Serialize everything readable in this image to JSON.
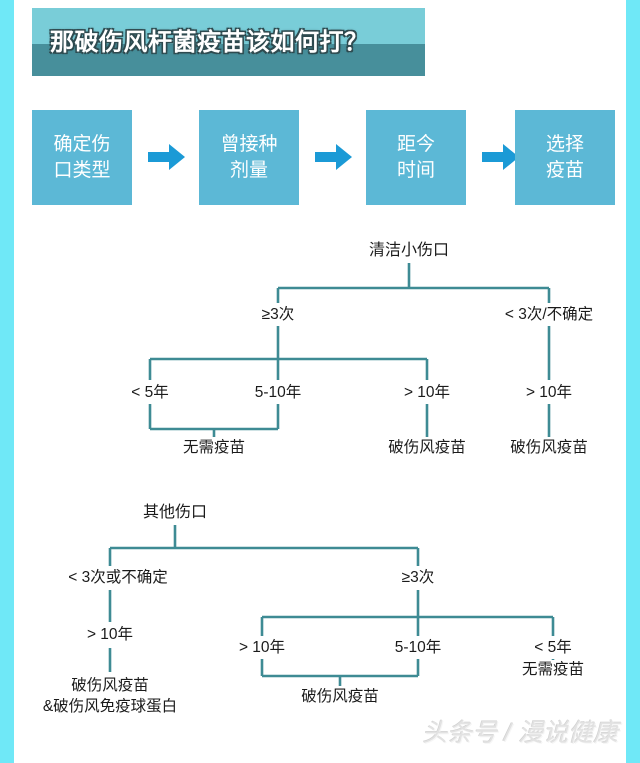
{
  "header": {
    "title": "那破伤风杆菌疫苗该如何打？",
    "band_top_color": "#79cdd8",
    "band_bottom_color": "#478f9b"
  },
  "theme": {
    "rail_color": "#6fe8f7",
    "box_color": "#5cb8d6",
    "arrow_color": "#1b9ad6",
    "wire_color": "#3e8b94",
    "text_color": "#1b1b1b"
  },
  "flow": {
    "steps": [
      {
        "line1": "确定伤",
        "line2": "口类型"
      },
      {
        "line1": "曾接种",
        "line2": "剂量"
      },
      {
        "line1": "距今",
        "line2": "时间"
      },
      {
        "line1": "选择",
        "line2": "疫苗"
      }
    ],
    "arrow_icon": "right-arrow"
  },
  "tree_clean": {
    "root": "清洁小伤口",
    "branch_left": "≥3次",
    "branch_right": "< 3次/不确定",
    "left_children": [
      {
        "label": "< 5年"
      },
      {
        "label": "5-10年"
      },
      {
        "label": "> 10年"
      }
    ],
    "right_children": [
      {
        "label": "> 10年"
      }
    ],
    "outcomes": [
      {
        "label": "无需疫苗"
      },
      {
        "label": "破伤风疫苗"
      },
      {
        "label": "破伤风疫苗"
      }
    ]
  },
  "tree_other": {
    "root": "其他伤口",
    "branch_left": "< 3次或不确定",
    "branch_right": "≥3次",
    "left_children": [
      {
        "label": "> 10年"
      }
    ],
    "right_children": [
      {
        "label": "> 10年"
      },
      {
        "label": "5-10年"
      },
      {
        "label": "< 5年"
      }
    ],
    "outcomes": [
      {
        "line1": "破伤风疫苗",
        "line2": "&破伤风免疫球蛋白"
      },
      {
        "label": "破伤风疫苗"
      },
      {
        "label": "无需疫苗"
      }
    ]
  },
  "watermark": {
    "text": "头条号 / 漫说健康"
  }
}
